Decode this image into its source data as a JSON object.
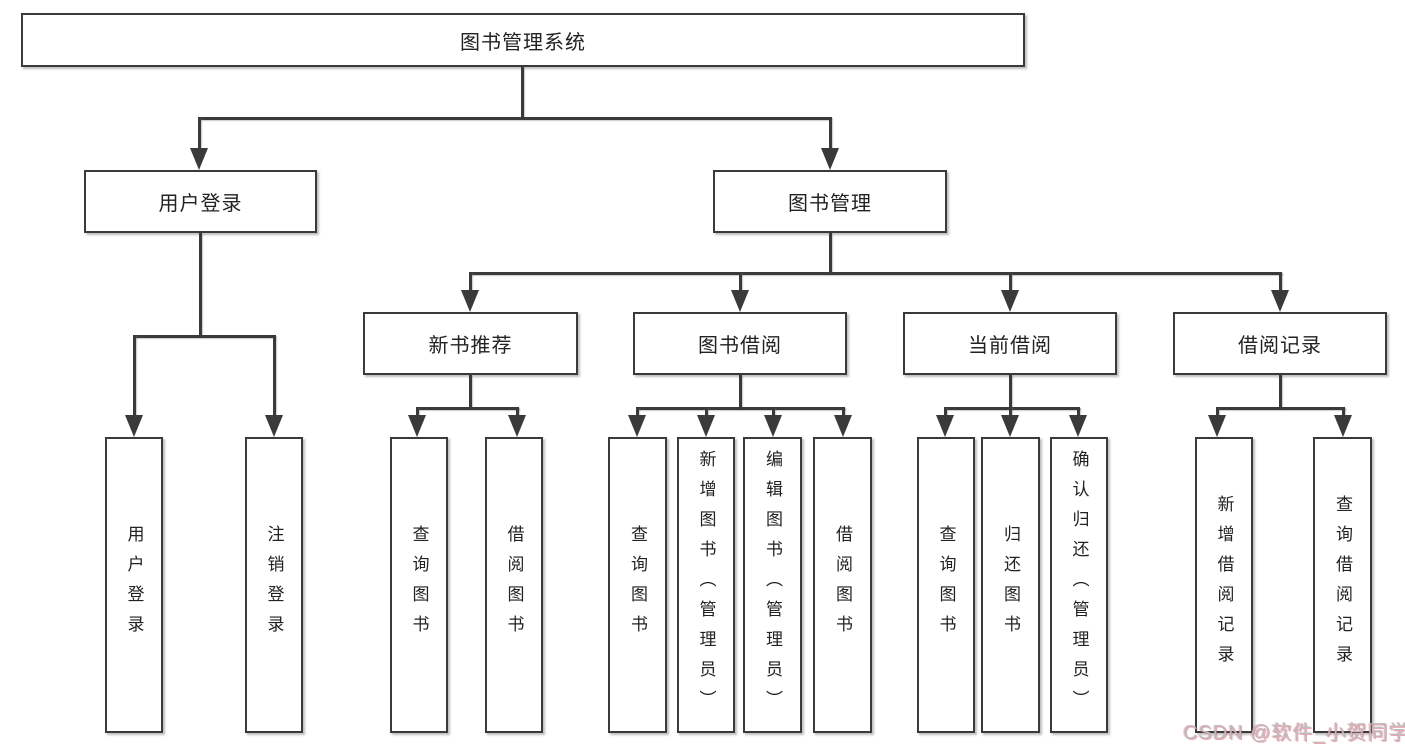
{
  "diagram": {
    "root": {
      "label": "图书管理系统"
    },
    "level2": [
      {
        "label": "用户登录"
      },
      {
        "label": "图书管理"
      }
    ],
    "level3": [
      {
        "label": "新书推荐"
      },
      {
        "label": "图书借阅"
      },
      {
        "label": "当前借阅"
      },
      {
        "label": "借阅记录"
      }
    ],
    "leaves": {
      "user_login": [
        {
          "label": "用户登录"
        },
        {
          "label": "注销登录"
        }
      ],
      "new_books": [
        {
          "label": "查询图书"
        },
        {
          "label": "借阅图书"
        }
      ],
      "book_borrow": [
        {
          "label": "查询图书"
        },
        {
          "label": "新增图书（管理员）"
        },
        {
          "label": "编辑图书（管理员）"
        },
        {
          "label": "借阅图书"
        }
      ],
      "current_borrow": [
        {
          "label": "查询图书"
        },
        {
          "label": "归还图书"
        },
        {
          "label": "确认归还（管理员）"
        }
      ],
      "borrow_records": [
        {
          "label": "新增借阅记录"
        },
        {
          "label": "查询借阅记录"
        }
      ]
    }
  },
  "watermark": {
    "text": "CSDN @软件_小贺同学"
  },
  "colors": {
    "line": "#3a3a3a",
    "text": "#222222",
    "background": "#ffffff",
    "watermark": "#bdbdbd"
  }
}
